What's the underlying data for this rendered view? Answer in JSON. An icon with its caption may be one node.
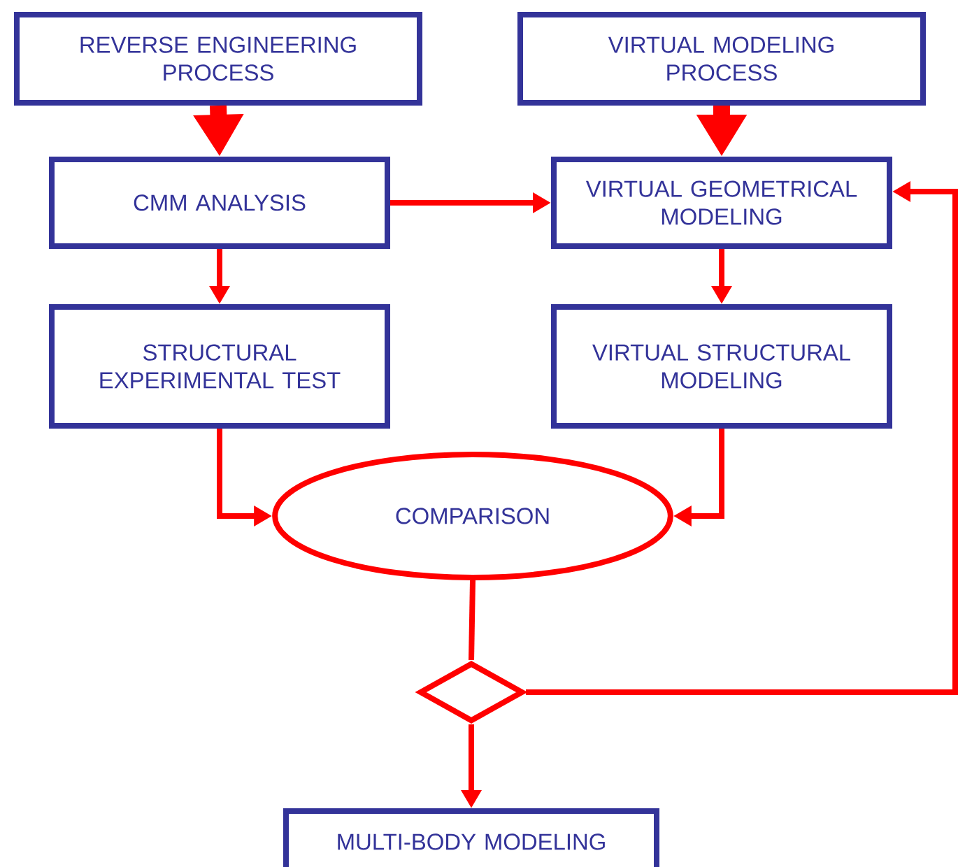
{
  "diagram": {
    "nodes": [
      {
        "text": [
          "REVERSE ENGINEERING PROCESS"
        ]
      },
      {
        "text": [
          "VIRTUAL MODELING PROCESS"
        ]
      },
      {
        "text": [
          "CMM ANALYSIS"
        ]
      },
      {
        "text": [
          "VIRTUAL GEOMETRICAL MODELING"
        ]
      },
      {
        "text": [
          "STRUCTURAL EXPERIMENTAL TEST"
        ]
      },
      {
        "text": [
          "VIRTUAL STRUCTURAL MODELING"
        ]
      },
      {
        "text": [
          "COMPARISON"
        ]
      },
      {
        "text": [],
        "shape": "diamond"
      },
      {
        "text": [
          "MULTI-BODY MODELING"
        ]
      }
    ],
    "edges": [
      {
        "from": 0,
        "to": 2,
        "arrow": "to",
        "style": "thick"
      },
      {
        "from": 1,
        "to": 3,
        "arrow": "to",
        "style": "thick"
      },
      {
        "from": 2,
        "to": 3,
        "arrow": "to"
      },
      {
        "from": 2,
        "to": 4,
        "arrow": "to"
      },
      {
        "from": 3,
        "to": 5,
        "arrow": "to"
      },
      {
        "from": 4,
        "to": 6,
        "arrow": "to"
      },
      {
        "from": 5,
        "to": 6,
        "arrow": "to"
      },
      {
        "from": 6,
        "to": 7,
        "arrow": "none"
      },
      {
        "from": 7,
        "to": 3,
        "arrow": "to"
      },
      {
        "from": 7,
        "to": 8,
        "arrow": "to"
      }
    ]
  }
}
